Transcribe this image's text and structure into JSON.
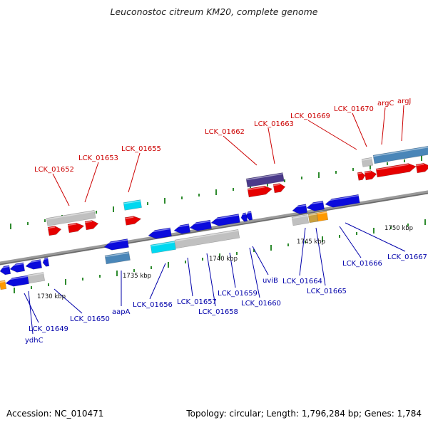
{
  "title": "Leuconostoc citreum KM20, complete genome",
  "footer": {
    "accession": "Accession: NC_010471",
    "summary": "Topology: circular; Length: 1,796,284 bp; Genes: 1,784"
  },
  "colors": {
    "backbone": "#8c8c8c",
    "tick": "#2e8b2e",
    "label_forward": "#cc0000",
    "label_reverse": "#0000aa",
    "gene_red": "#e60000",
    "gene_blue": "#0a0adc",
    "gene_gray": "#c0c0c0",
    "gene_cyan": "#00d8f0",
    "gene_steel": "#4a86b8",
    "gene_purple": "#4a3a8a",
    "gene_orange": "#ff9900",
    "gene_tan": "#c8a040"
  },
  "scale_labels": [
    "1730 kbp",
    "1735 kbp",
    "1740 kbp",
    "1745 kbp",
    "1750 kbp"
  ],
  "labels_forward": [
    "LCK_01652",
    "LCK_01653",
    "LCK_01655",
    "LCK_01662",
    "LCK_01663",
    "LCK_01669",
    "LCK_01670",
    "argC",
    "argJ"
  ],
  "labels_reverse": [
    "LCK_01649",
    "ydhC",
    "LCK_01650",
    "aapA",
    "LCK_01656",
    "LCK_01657",
    "LCK_01658",
    "LCK_01659",
    "LCK_01660",
    "uviB",
    "LCK_01664",
    "LCK_01665",
    "LCK_01666",
    "LCK_01667"
  ]
}
